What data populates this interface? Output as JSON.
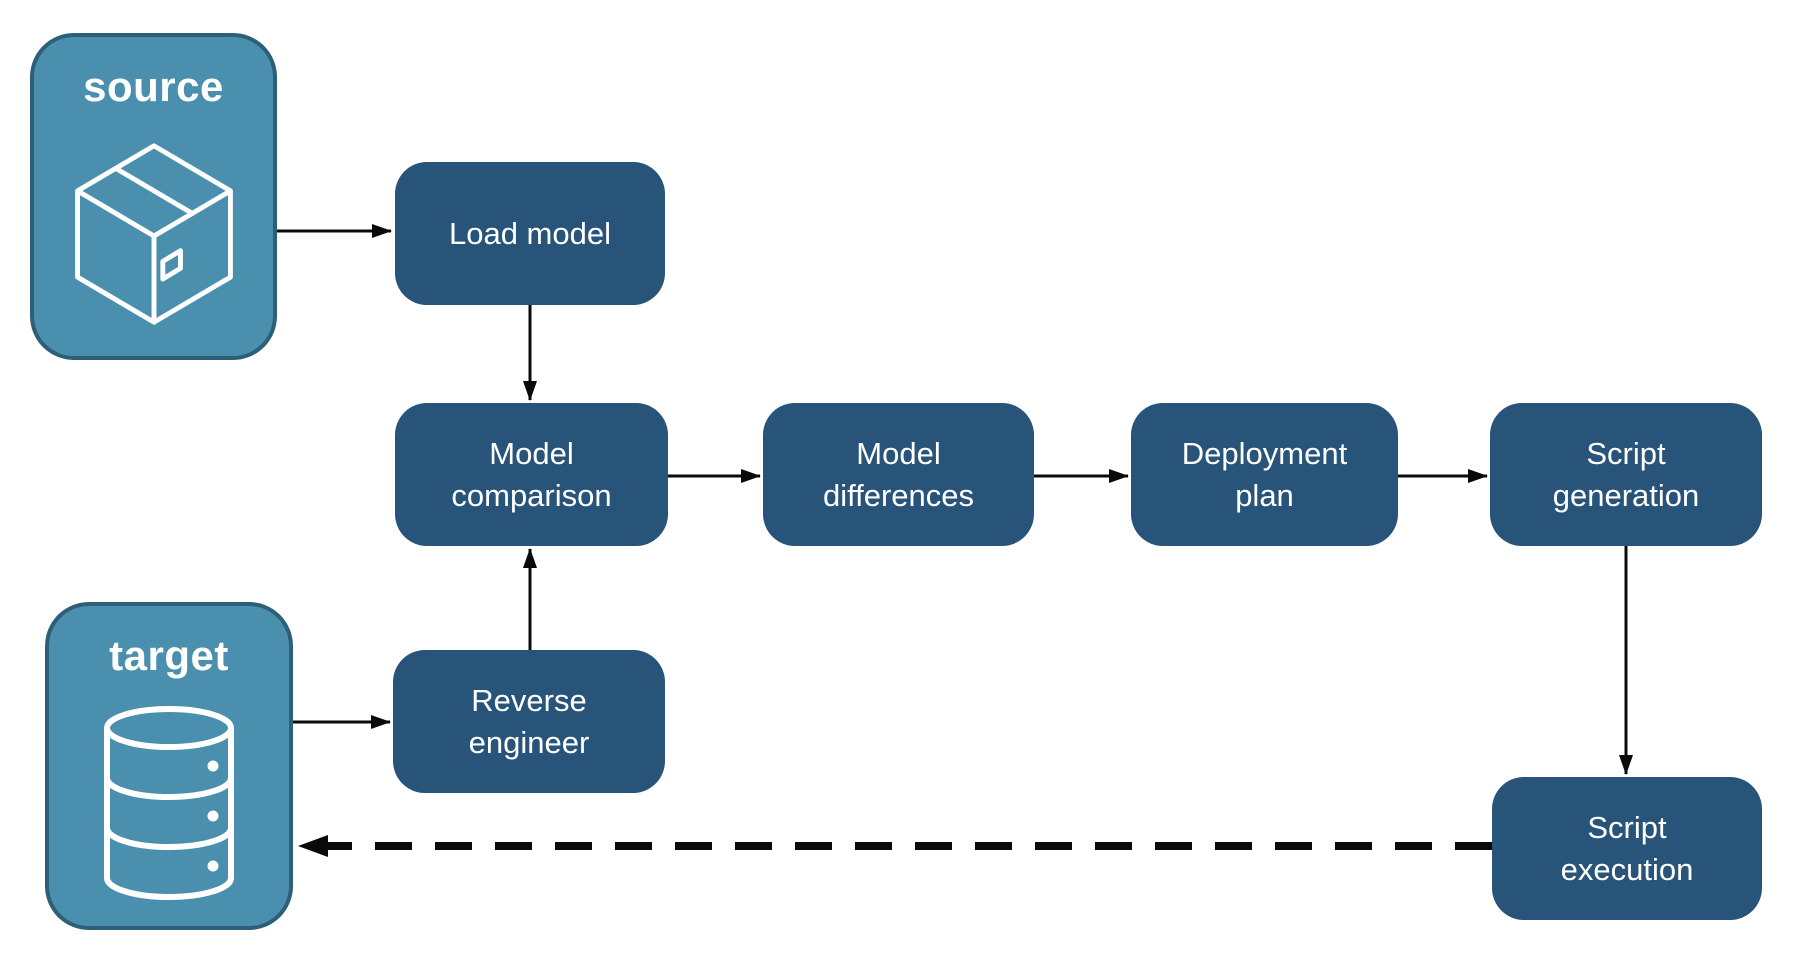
{
  "colors": {
    "node_fill": "#275478",
    "endpoint_fill": "#4A8FAE",
    "endpoint_border": "#2D5F78",
    "node_text": "#FFFFFF",
    "arrow": "#0A0A0A",
    "background": "#FFFFFF"
  },
  "endpoints": {
    "source": {
      "label": "source",
      "icon": "package-icon"
    },
    "target": {
      "label": "target",
      "icon": "database-icon"
    }
  },
  "nodes": {
    "load_model": {
      "label": "Load model"
    },
    "model_comparison": {
      "label": "Model comparison"
    },
    "model_differences": {
      "label": "Model differences"
    },
    "deployment_plan": {
      "label": "Deployment plan"
    },
    "script_generation": {
      "label": "Script generation"
    },
    "reverse_engineer": {
      "label": "Reverse engineer"
    },
    "script_execution": {
      "label": "Script execution"
    }
  },
  "edges": [
    {
      "from": "source",
      "to": "load_model",
      "style": "solid"
    },
    {
      "from": "load_model",
      "to": "model_comparison",
      "style": "solid"
    },
    {
      "from": "target",
      "to": "reverse_engineer",
      "style": "solid"
    },
    {
      "from": "reverse_engineer",
      "to": "model_comparison",
      "style": "solid"
    },
    {
      "from": "model_comparison",
      "to": "model_differences",
      "style": "solid"
    },
    {
      "from": "model_differences",
      "to": "deployment_plan",
      "style": "solid"
    },
    {
      "from": "deployment_plan",
      "to": "script_generation",
      "style": "solid"
    },
    {
      "from": "script_generation",
      "to": "script_execution",
      "style": "solid"
    },
    {
      "from": "script_execution",
      "to": "target",
      "style": "dashed"
    }
  ]
}
